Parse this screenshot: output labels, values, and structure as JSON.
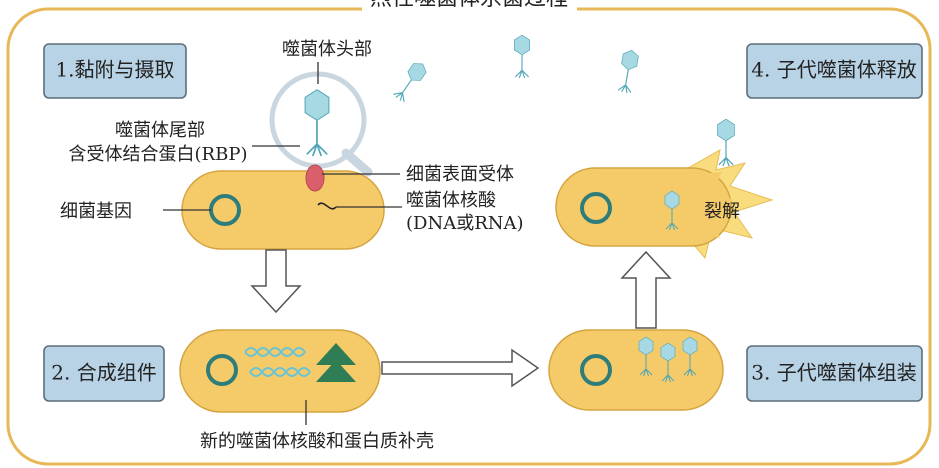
{
  "title": "烈性噬菌体杀菌过程",
  "steps": {
    "step1": "1.黏附与摄取",
    "step2": "2. 合成组件",
    "step3": "3. 子代噬菌体组装",
    "step4": "4. 子代噬菌体释放"
  },
  "labels": {
    "phage_head": "噬菌体头部",
    "tail_line1": "噬菌体尾部",
    "tail_line2": "含受体结合蛋白(RBP)",
    "receptor": "细菌表面受体",
    "bacterial_gene": "细菌基因",
    "nucleic_line1": "噬菌体核酸",
    "nucleic_line2": "(DNA或RNA)",
    "lysis": "裂解",
    "new_parts": "新的噬菌体核酸和蛋白质补壳"
  },
  "colors": {
    "frame": "#e8b857",
    "step_box": "#b9d3e6",
    "bacterium": "#f5cb6a",
    "genome": "#2e7d7a",
    "receptor": "#d9606a",
    "phage": "#a7d9e4",
    "protein": "#2f7d55",
    "lysis_burst": "#f8dc7d"
  },
  "icons": [
    "bacteriophage-icon",
    "receptor-icon",
    "lysis-burst-icon",
    "magnifier-icon"
  ]
}
